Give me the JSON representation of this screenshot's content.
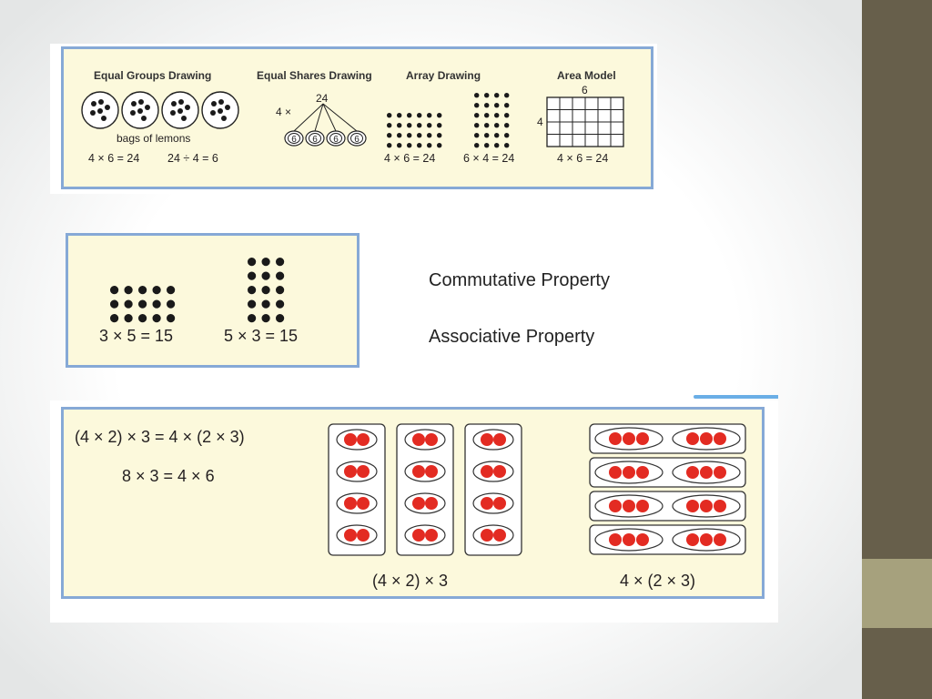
{
  "panel1": {
    "titles": {
      "equal_groups": "Equal Groups Drawing",
      "equal_shares": "Equal Shares Drawing",
      "array": "Array Drawing",
      "area": "Area Model"
    },
    "bags_label": "bags of lemons",
    "equal_groups_eq1": "4 × 6 = 24",
    "equal_groups_eq2": "24 ÷ 4 = 6",
    "shares_total": "24",
    "shares_multiplier": "4 ×",
    "shares_value": "6",
    "array_eq1": "4 × 6 = 24",
    "array_eq2": "6 × 4 = 24",
    "area_top": "6",
    "area_side": "4",
    "area_eq": "4 × 6 = 24"
  },
  "panel2": {
    "eq1": "3 × 5 = 15",
    "eq2": "5 × 3 = 15"
  },
  "properties": {
    "commutative": "Commutative Property",
    "associative": "Associative Property"
  },
  "panel3": {
    "eq_main": "(4 × 2) × 3 = 4 × (2 × 3)",
    "eq_sub": "8 × 3 = 4 × 6",
    "caption_left": "(4 × 2) × 3",
    "caption_right": "4 × (2 × 3)"
  },
  "colors": {
    "sidebar": "#675f4b",
    "sidebar_accent": "#a6a17d",
    "panel_fill": "#fcf9dc",
    "panel_border": "#86a9d6",
    "counter_red": "#e32b22"
  }
}
